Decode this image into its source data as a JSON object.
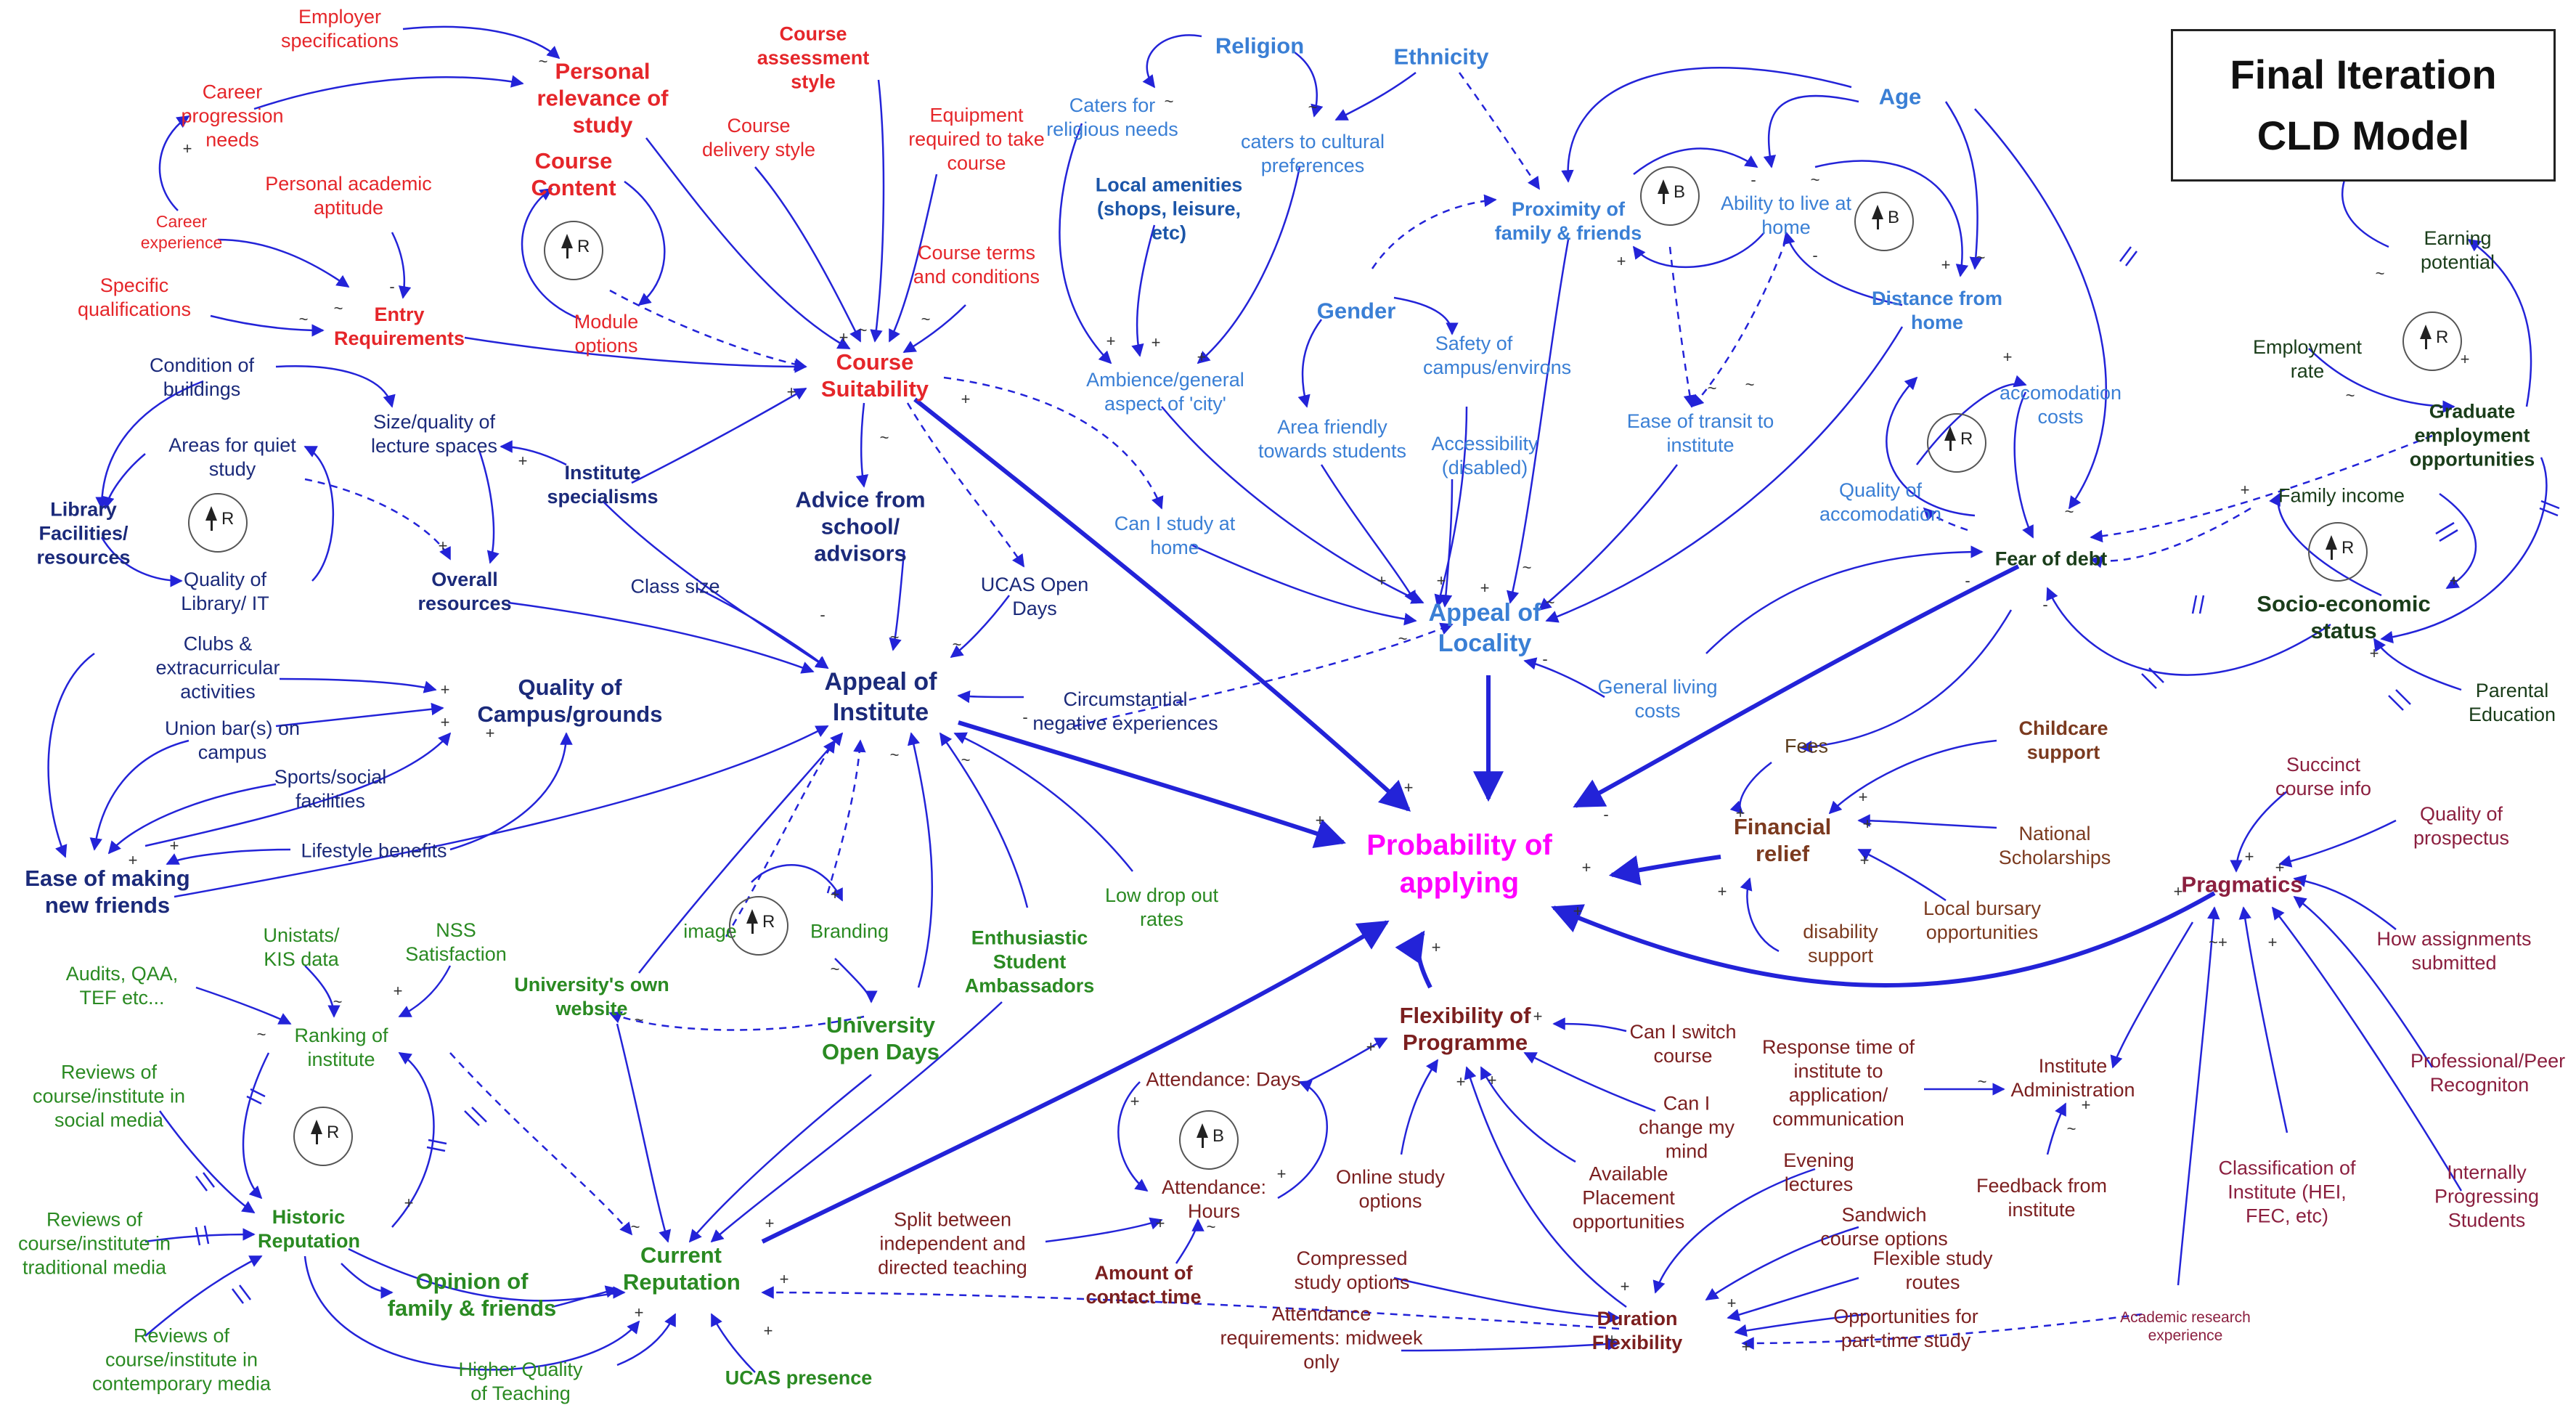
{
  "title": {
    "line1": "Final Iteration",
    "line2": "CLD Model"
  },
  "colors": {
    "red": "#e5262a",
    "lightblue": "#3a7fd5",
    "navy": "#1b2a7a",
    "green": "#2a8a22",
    "maroon": "#7b1f1f",
    "magenta": "#ff00ff",
    "arrow": "#2323d8"
  },
  "nodes": {
    "employer": "Employer specifications",
    "personal_rel": "Personal relevance of study",
    "course_assess": "Course assessment style",
    "career_prog": "Career progression needs",
    "course_content": "Course Content",
    "course_delivery": "Course delivery style",
    "equipment": "Equipment required to take course",
    "personal_apt": "Personal academic aptitude",
    "career_exp": "Career experience",
    "course_terms": "Course terms and conditions",
    "specific_qual": "Specific qualifications",
    "entry_req": "Entry Requirements",
    "module_opts": "Module options",
    "course_suit": "Course Suitability",
    "cond_build": "Condition of buildings",
    "quiet_study": "Areas for quiet study",
    "size_lecture": "Size/quality of lecture spaces",
    "inst_spec": "Institute specialisms",
    "library": "Library Facilities/ resources",
    "qual_library": "Quality of Library/ IT",
    "overall_res": "Overall resources",
    "class_size": "Class size",
    "advice": "Advice from school/ advisors",
    "ucas_open": "UCAS Open Days",
    "clubs": "Clubs & extracurricular activities",
    "quality_campus": "Quality of Campus/grounds",
    "union_bar": "Union bar(s) on campus",
    "sports": "Sports/social facilities",
    "lifestyle": "Lifestyle benefits",
    "friends": "Ease of making new friends",
    "appeal_inst": "Appeal of Institute",
    "circumstantial": "Circumstantial negative experiences",
    "low_drop": "Low drop out rates",
    "religion": "Religion",
    "ethnicity": "Ethnicity",
    "caters_rel": "Caters for religious needs",
    "caters_cult": "caters to cultural preferences",
    "local_amen": "Local amenities (shops, leisure, etc)",
    "ambience": "Ambience/general aspect of 'city'",
    "gender": "Gender",
    "safety": "Safety of campus/environs",
    "area_friendly": "Area friendly towards students",
    "accessibility": "Accessibility (disabled)",
    "can_study_home": "Can I study at home",
    "appeal_loc": "Appeal of Locality",
    "general_living": "General living costs",
    "age": "Age",
    "proximity": "Proximity of family & friends",
    "ability_home": "Ability to live at home",
    "distance_home": "Distance from home",
    "ease_transit": "Ease of transit to institute",
    "earning": "Earning potential",
    "employment_rate": "Employment rate",
    "grad_employ": "Graduate employment opportunities",
    "accom_costs": "accomodation costs",
    "qual_accom": "Quality of accomodation",
    "fear_debt": "Fear of debt",
    "family_income": "Family income",
    "socio": "Socio-economic status",
    "parental": "Parental Education",
    "prob_applying": "Probability of applying",
    "fees": "Fees",
    "childcare": "Childcare support",
    "financial": "Financial relief",
    "national_schol": "National Scholarships",
    "local_bursary": "Local bursary opportunities",
    "disability": "disability support",
    "succinct": "Succinct course info",
    "quality_prosp": "Quality of prospectus",
    "pragmatics": "Pragmatics",
    "how_assign": "How assignments submitted",
    "professional": "Professional/Peer Recogniton",
    "class_inst": "Classification of Institute (HEI, FEC, etc)",
    "internally": "Internally Progressing Students",
    "academic_res": "Academic research experience",
    "unistats": "Unistats/ KIS data",
    "nss": "NSS Satisfaction",
    "audits": "Audits, QAA, TEF etc...",
    "ranking": "Ranking of institute",
    "univ_website": "University's own website",
    "image": "image",
    "branding": "Branding",
    "univ_open": "University Open Days",
    "enthusiastic": "Enthusiastic Student Ambassadors",
    "reviews_social": "Reviews of course/institute in social media",
    "reviews_trad": "Reviews of course/institute in traditional media",
    "reviews_contemp": "Reviews of course/institute in contemporary media",
    "historic": "Historic Reputation",
    "opinion": "Opinion of family & friends",
    "current_rep": "Current Reputation",
    "higher_quality": "Higher Quality of Teaching",
    "ucas_presence": "UCAS presence",
    "flexibility": "Flexibility of Programme",
    "attend_days": "Attendance: Days",
    "attend_hours": "Attendance: Hours",
    "split": "Split between independent and directed teaching",
    "amount_contact": "Amount of contact time",
    "online_study": "Online study options",
    "can_switch": "Can I switch course",
    "can_change": "Can I change my mind",
    "available_place": "Available Placement opportunities",
    "compressed": "Compressed study options",
    "attend_req": "Attendance requirements: midweek only",
    "duration": "Duration Flexibility",
    "evening": "Evening lectures",
    "sandwich": "Sandwich course options",
    "flexible_routes": "Flexible study routes",
    "opportunities_pt": "Opportunities for part-time study",
    "response_time": "Response time of institute to application/ communication",
    "inst_admin": "Institute Administration",
    "feedback": "Feedback from institute"
  },
  "loops": [
    {
      "type": "R"
    },
    {
      "type": "R"
    },
    {
      "type": "B"
    },
    {
      "type": "B"
    },
    {
      "type": "R"
    },
    {
      "type": "R"
    },
    {
      "type": "R"
    },
    {
      "type": "R"
    },
    {
      "type": "R"
    },
    {
      "type": "R"
    },
    {
      "type": "B"
    }
  ]
}
